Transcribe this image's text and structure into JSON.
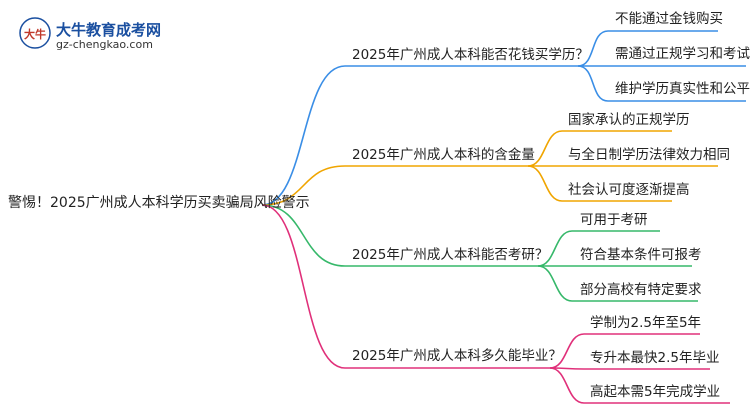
{
  "logo": {
    "title": "大牛教育成考网",
    "url": "gz-chengkao.com",
    "mark_text": "大牛",
    "color": "#1a4fa0"
  },
  "root": {
    "label": "警惕！2025广州成人本科学历买卖骗局风险警示"
  },
  "branches": [
    {
      "label": "2025年广州成人本科能否花钱买学历？",
      "color": "#3a8ee6",
      "children": [
        "不能通过金钱购买",
        "需通过正规学习和考试",
        "维护学历真实性和公平性"
      ]
    },
    {
      "label": "2025年广州成人本科的含金量",
      "color": "#f0a500",
      "children": [
        "国家承认的正规学历",
        "与全日制学历法律效力相同",
        "社会认可度逐渐提高"
      ]
    },
    {
      "label": "2025年广州成人本科能否考研？",
      "color": "#36b86a",
      "children": [
        "可用于考研",
        "符合基本条件可报考",
        "部分高校有特定要求"
      ]
    },
    {
      "label": "2025年广州成人本科多久能毕业？",
      "color": "#e0307a",
      "children": [
        "学制为2.5年至5年",
        "专升本最快2.5年毕业",
        "高起本需5年完成学业"
      ]
    }
  ]
}
